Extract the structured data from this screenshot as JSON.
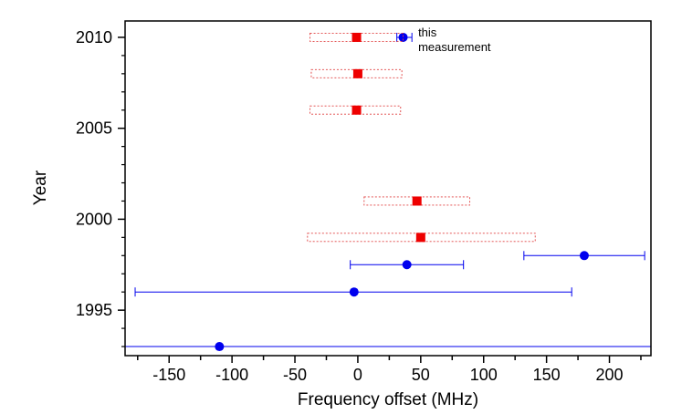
{
  "chart_data": {
    "type": "scatter",
    "xlabel": "Frequency offset (MHz)",
    "ylabel": "Year",
    "xlim": [
      -185,
      233
    ],
    "ylim": [
      1992.5,
      2010.9
    ],
    "xticks": [
      -150,
      -100,
      -50,
      0,
      50,
      100,
      150,
      200
    ],
    "xtick_labels": [
      "-150",
      "-100",
      "-50",
      "0",
      "50",
      "100",
      "150",
      "200"
    ],
    "yticks": [
      1995,
      2000,
      2005,
      2010
    ],
    "ytick_labels": [
      "1995",
      "2000",
      "2005",
      "2010"
    ],
    "grid": false,
    "legend": "none",
    "annotation": {
      "lines": [
        "this",
        "measurement"
      ],
      "x": 48,
      "y": 2010
    },
    "series": [
      {
        "marker": "circle",
        "color": "#0000ee",
        "errorbar": "whisker",
        "points": [
          {
            "year": 2010.0,
            "x": 36,
            "xmin": 31,
            "xmax": 43
          },
          {
            "year": 1998.0,
            "x": 180,
            "xmin": 132,
            "xmax": 228
          },
          {
            "year": 1997.5,
            "x": 39,
            "xmin": -6,
            "xmax": 84
          },
          {
            "year": 1996.0,
            "x": -3,
            "xmin": -177,
            "xmax": 170
          },
          {
            "year": 1993.0,
            "x": -110,
            "xmin": -185,
            "xmax": 233
          }
        ]
      },
      {
        "marker": "square",
        "color": "#ee0000",
        "errorbar": "dashed-box",
        "points": [
          {
            "year": 2010.0,
            "x": -1,
            "xmin": -38,
            "xmax": 36
          },
          {
            "year": 2008.0,
            "x": 0,
            "xmin": -37,
            "xmax": 35
          },
          {
            "year": 2006.0,
            "x": -1,
            "xmin": -38,
            "xmax": 34
          },
          {
            "year": 2001.0,
            "x": 47,
            "xmin": 5,
            "xmax": 89
          },
          {
            "year": 1999.0,
            "x": 50,
            "xmin": -40,
            "xmax": 141
          }
        ]
      }
    ]
  }
}
